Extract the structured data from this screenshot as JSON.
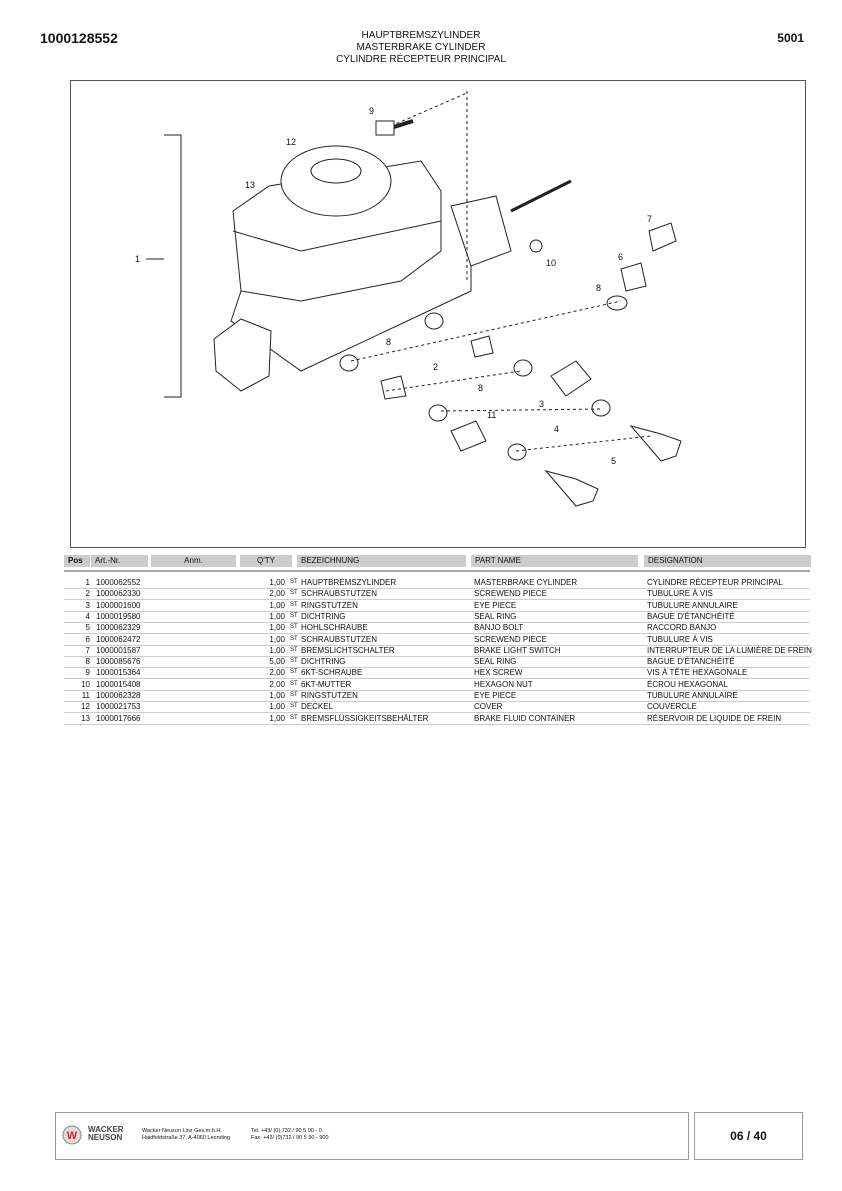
{
  "header": {
    "doc_number": "1000128552",
    "code": "5001",
    "title_de": "HAUPTBREMSZYLINDER",
    "title_en": "MASTERBRAKE CYLINDER",
    "title_fr": "CYLINDRE RÉCEPTEUR PRINCIPAL"
  },
  "diagram": {
    "callouts": [
      "9",
      "12",
      "13",
      "1",
      "7",
      "6",
      "10",
      "8",
      "8",
      "2",
      "8",
      "3",
      "11",
      "4",
      "5"
    ]
  },
  "table": {
    "headers": {
      "pos": "Pos",
      "art": "Art.-Nr.",
      "anm": "Anm.",
      "qty": "Q'TY",
      "bez": "BEZEICHNUNG",
      "part": "PART NAME",
      "desig": "DESIGNATION"
    },
    "rows": [
      {
        "pos": "1",
        "art": "1000062552",
        "qty": "1,00",
        "unit": "ST",
        "bez": "HAUPTBREMSZYLINDER",
        "part": "MASTERBRAKE CYLINDER",
        "desig": "CYLINDRE RÉCEPTEUR PRINCIPAL"
      },
      {
        "pos": "2",
        "art": "1000062330",
        "qty": "2,00",
        "unit": "ST",
        "bez": "SCHRAUBSTUTZEN",
        "part": "SCREWEND  PIECE",
        "desig": "TUBULURE À VIS"
      },
      {
        "pos": "3",
        "art": "1000001600",
        "qty": "1,00",
        "unit": "ST",
        "bez": "RINGSTUTZEN",
        "part": "EYE PIECE",
        "desig": "TUBULURE ANNULAIRE"
      },
      {
        "pos": "4",
        "art": "1000019580",
        "qty": "1,00",
        "unit": "ST",
        "bez": "DICHTRING",
        "part": "SEAL RING",
        "desig": "BAGUE D'ÉTANCHÉITÉ"
      },
      {
        "pos": "5",
        "art": "1000062329",
        "qty": "1,00",
        "unit": "ST",
        "bez": "HOHLSCHRAUBE",
        "part": "BANJO BOLT",
        "desig": "RACCORD BANJO"
      },
      {
        "pos": "6",
        "art": "1000062472",
        "qty": "1,00",
        "unit": "ST",
        "bez": "SCHRAUBSTUTZEN",
        "part": "SCREWEND  PIECE",
        "desig": "TUBULURE À VIS"
      },
      {
        "pos": "7",
        "art": "1000001587",
        "qty": "1,00",
        "unit": "ST",
        "bez": "BREMSLICHTSCHALTER",
        "part": "BRAKE LIGHT SWITCH",
        "desig": "INTERRUPTEUR DE LA LUMIÈRE DE FREIN"
      },
      {
        "pos": "8",
        "art": "1000085676",
        "qty": "5,00",
        "unit": "ST",
        "bez": "DICHTRING",
        "part": "SEAL RING",
        "desig": "BAGUE D'ÉTANCHÉITÉ"
      },
      {
        "pos": "9",
        "art": "1000015364",
        "qty": "2,00",
        "unit": "ST",
        "bez": "6KT-SCHRAUBE",
        "part": "HEX SCREW",
        "desig": "VIS À TÊTE HEXAGONALE"
      },
      {
        "pos": "10",
        "art": "1000015408",
        "qty": "2,00",
        "unit": "ST",
        "bez": "6KT-MUTTER",
        "part": "HEXAGON NUT",
        "desig": "ÉCROU HEXAGONAL"
      },
      {
        "pos": "11",
        "art": "1000062328",
        "qty": "1,00",
        "unit": "ST",
        "bez": "RINGSTUTZEN",
        "part": "EYE PIECE",
        "desig": "TUBULURE ANNULAIRE"
      },
      {
        "pos": "12",
        "art": "1000021753",
        "qty": "1,00",
        "unit": "ST",
        "bez": "DECKEL",
        "part": "COVER",
        "desig": "COUVERCLE"
      },
      {
        "pos": "13",
        "art": "1000017666",
        "qty": "1,00",
        "unit": "ST",
        "bez": "BREMSFLÜSSIGKEITSBEHÄLTER",
        "part": "BRAKE FLUID CONTAINER",
        "desig": "RÉSERVOIR DE LIQUIDE DE FREIN"
      }
    ]
  },
  "footer": {
    "logo_line1": "WACKER",
    "logo_line2": "NEUSON",
    "company": "Wacker Neuson Linz  Ges.m.b.H.",
    "address": "Haidfeldstraße 37, A-4060 Leonding",
    "tel": "Tel. +43/ (0) 732 / 90 5 90 - 0",
    "fax": "Fax. +43/ (0)732 / 90 5 90 - 900",
    "page": "06 / 40",
    "logo_color": "#d22"
  }
}
